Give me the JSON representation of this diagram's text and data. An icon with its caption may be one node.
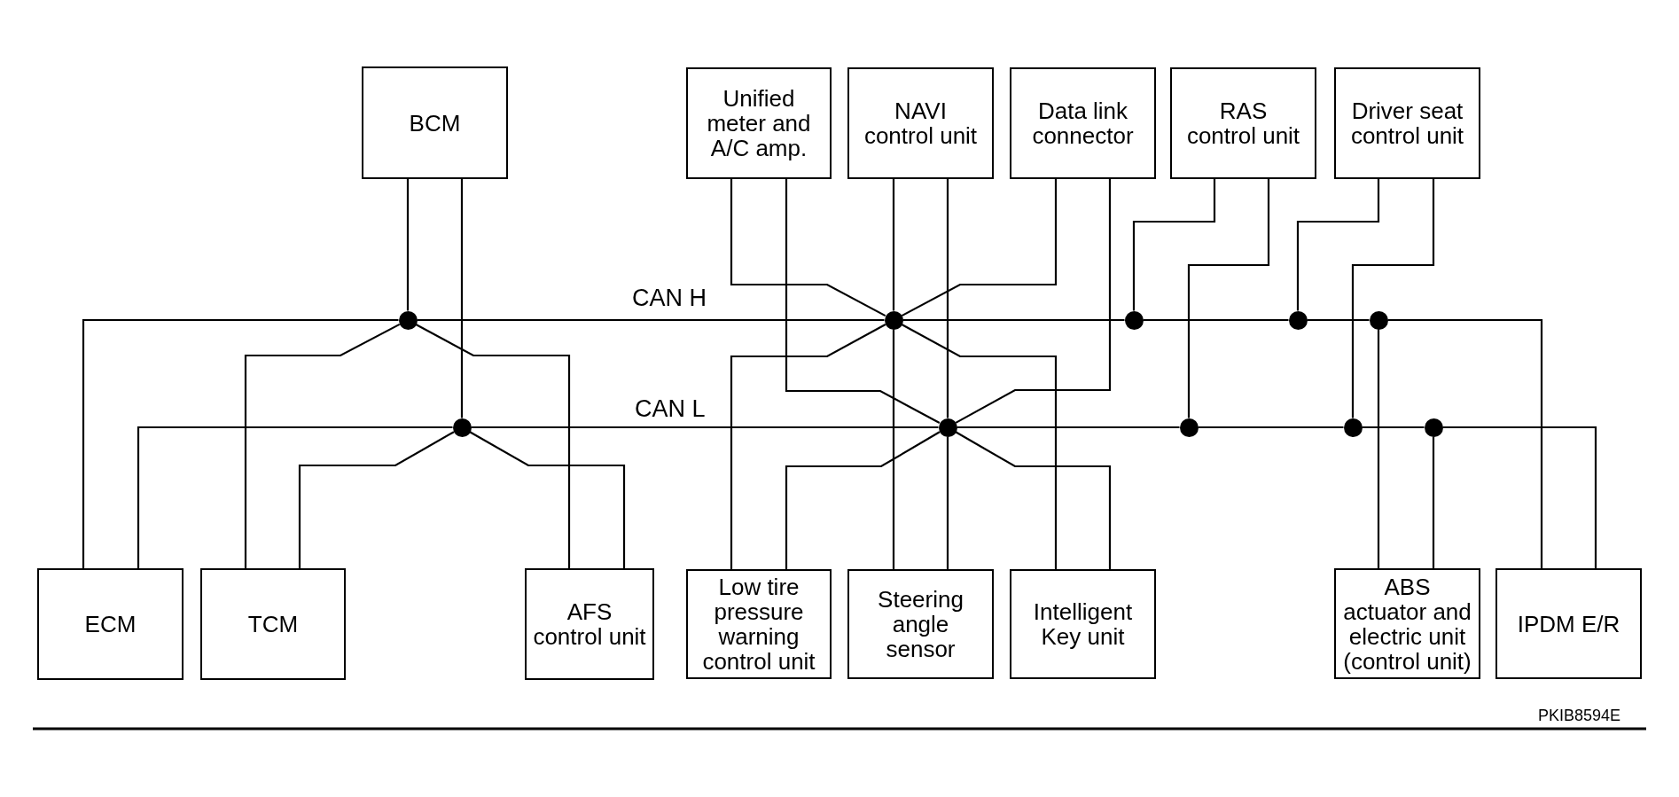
{
  "diagram": {
    "nodes": [
      {
        "text": [
          "BCM"
        ]
      },
      {
        "text": [
          "Unified meter and A/C amp."
        ]
      },
      {
        "text": [
          "NAVI control unit"
        ]
      },
      {
        "text": [
          "Data link connector"
        ]
      },
      {
        "text": [
          "RAS control unit"
        ]
      },
      {
        "text": [
          "Driver seat control unit"
        ]
      },
      {
        "text": [],
        "shape": "circle"
      },
      {
        "text": [],
        "shape": "circle"
      },
      {
        "text": [],
        "shape": "circle"
      },
      {
        "text": [],
        "shape": "circle"
      },
      {
        "text": [],
        "shape": "circle"
      },
      {
        "text": [],
        "shape": "circle"
      },
      {
        "text": [],
        "shape": "circle"
      },
      {
        "text": [],
        "shape": "circle"
      },
      {
        "text": [],
        "shape": "circle"
      },
      {
        "text": [],
        "shape": "circle"
      },
      {
        "text": [
          "ECM"
        ]
      },
      {
        "text": [
          "TCM"
        ]
      },
      {
        "text": [
          "AFS control unit"
        ]
      },
      {
        "text": [
          "Low tire pressure warning control unit"
        ]
      },
      {
        "text": [
          "Steering angle sensor"
        ]
      },
      {
        "text": [
          "Intelligent Key unit"
        ]
      },
      {
        "text": [
          "ABS actuator and electric unit (control unit)"
        ]
      },
      {
        "text": [
          "IPDM E/R"
        ]
      }
    ],
    "edges": [
      {
        "from": 0,
        "to": 6,
        "arrow": "none"
      },
      {
        "from": 16,
        "to": 6,
        "arrow": "none"
      },
      {
        "from": 17,
        "to": 6,
        "arrow": "none"
      },
      {
        "from": 18,
        "to": 6,
        "arrow": "none"
      },
      {
        "from": 6,
        "to": 7,
        "arrow": "none",
        "label": "CAN H"
      },
      {
        "from": 1,
        "to": 7,
        "arrow": "none"
      },
      {
        "from": 2,
        "to": 7,
        "arrow": "none"
      },
      {
        "from": 3,
        "to": 7,
        "arrow": "none"
      },
      {
        "from": 19,
        "to": 7,
        "arrow": "none"
      },
      {
        "from": 20,
        "to": 7,
        "arrow": "none"
      },
      {
        "from": 21,
        "to": 7,
        "arrow": "none"
      },
      {
        "from": 7,
        "to": 8,
        "arrow": "none"
      },
      {
        "from": 4,
        "to": 8,
        "arrow": "none"
      },
      {
        "from": 8,
        "to": 9,
        "arrow": "none"
      },
      {
        "from": 5,
        "to": 9,
        "arrow": "none"
      },
      {
        "from": 9,
        "to": 10,
        "arrow": "none"
      },
      {
        "from": 22,
        "to": 10,
        "arrow": "none"
      },
      {
        "from": 10,
        "to": 23,
        "arrow": "none"
      },
      {
        "from": 0,
        "to": 11,
        "arrow": "none"
      },
      {
        "from": 16,
        "to": 11,
        "arrow": "none"
      },
      {
        "from": 17,
        "to": 11,
        "arrow": "none"
      },
      {
        "from": 18,
        "to": 11,
        "arrow": "none"
      },
      {
        "from": 11,
        "to": 12,
        "arrow": "none",
        "label": "CAN L"
      },
      {
        "from": 1,
        "to": 12,
        "arrow": "none"
      },
      {
        "from": 2,
        "to": 12,
        "arrow": "none"
      },
      {
        "from": 3,
        "to": 12,
        "arrow": "none"
      },
      {
        "from": 19,
        "to": 12,
        "arrow": "none"
      },
      {
        "from": 20,
        "to": 12,
        "arrow": "none"
      },
      {
        "from": 21,
        "to": 12,
        "arrow": "none"
      },
      {
        "from": 12,
        "to": 13,
        "arrow": "none"
      },
      {
        "from": 4,
        "to": 13,
        "arrow": "none"
      },
      {
        "from": 13,
        "to": 14,
        "arrow": "none"
      },
      {
        "from": 5,
        "to": 14,
        "arrow": "none"
      },
      {
        "from": 14,
        "to": 15,
        "arrow": "none"
      },
      {
        "from": 22,
        "to": 15,
        "arrow": "none"
      },
      {
        "from": 15,
        "to": 23,
        "arrow": "none"
      }
    ],
    "labels": [
      "PKIB8594E"
    ]
  }
}
